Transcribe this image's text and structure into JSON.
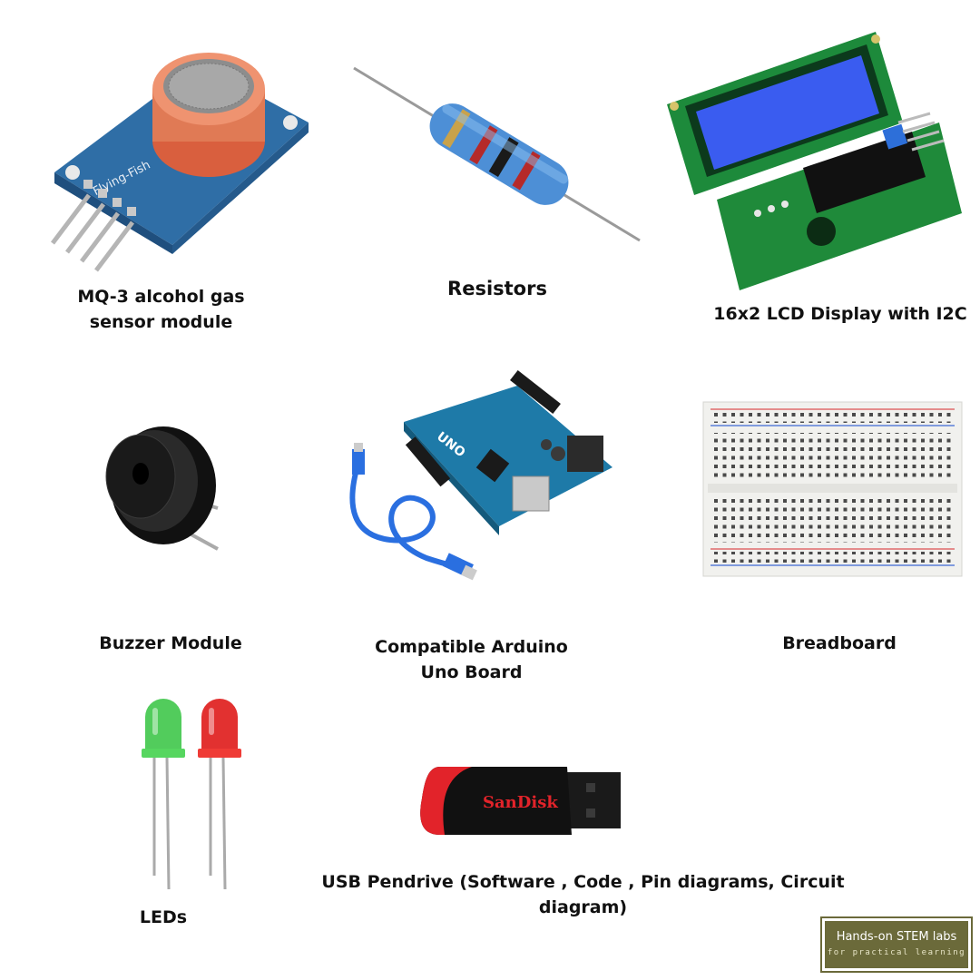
{
  "items": {
    "mq3": {
      "label": "MQ-3 alcohol gas sensor module",
      "board_text": "Flying-Fish"
    },
    "resistor": {
      "label": "Resistors"
    },
    "lcd": {
      "label": "16x2 LCD Display with I2C"
    },
    "buzzer": {
      "label": "Buzzer Module"
    },
    "arduino": {
      "label": "Compatible Arduino Uno Board",
      "board_text": "UNO"
    },
    "breadboard": {
      "label": "Breadboard"
    },
    "leds": {
      "label": "LEDs"
    },
    "pendrive": {
      "label": "USB Pendrive (Software , Code , Pin diagrams, Circuit diagram)",
      "brand": "SanDisk"
    }
  },
  "logo": {
    "title": "Hands-on STEM labs",
    "tagline": "for practical learning"
  },
  "colors": {
    "pcb_blue": "#2f6ea6",
    "pcb_green": "#1f8a3a",
    "lcd_blue": "#3a5cf0",
    "led_green": "#3fc64a",
    "led_red": "#e0201e",
    "usb_blue": "#2a6fe0",
    "sensor_orange": "#e07a55",
    "logo_bg": "#6b6a3a"
  }
}
